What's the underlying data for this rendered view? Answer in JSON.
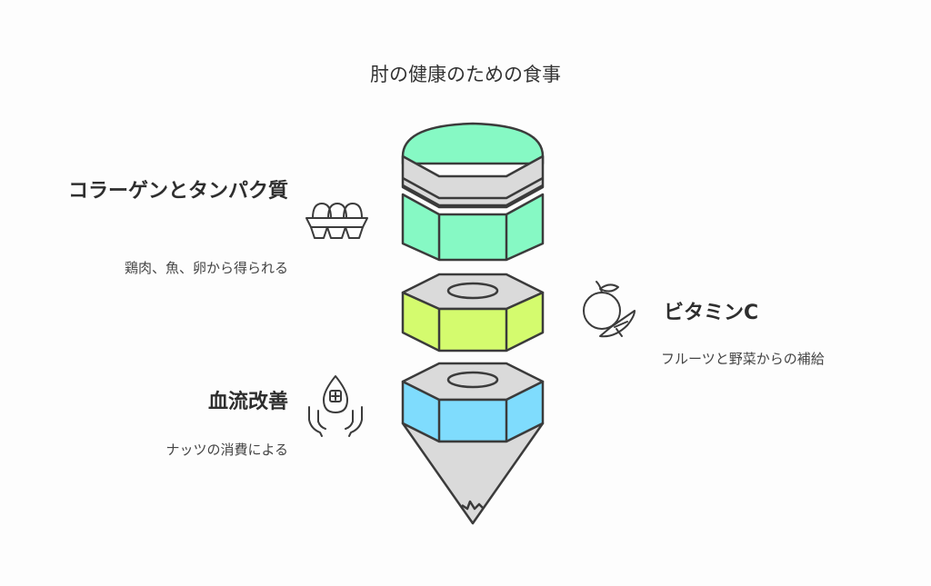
{
  "title": "肘の健康のための食事",
  "sections": [
    {
      "heading": "コラーゲンとタンパク質",
      "description": "鶏肉、魚、卵から得られる",
      "icon": "egg-carton-icon",
      "color": "#86f9c4"
    },
    {
      "heading": "ビタミンC",
      "description": "フルーツと野菜からの補給",
      "icon": "orange-slice-icon",
      "color": "#d4fb6e"
    },
    {
      "heading": "血流改善",
      "description": "ナッツの消費による",
      "icon": "hands-drop-icon",
      "color": "#7fdcfd"
    }
  ],
  "colors": {
    "stroke": "#3b3b3b",
    "gray": "#dadada"
  }
}
